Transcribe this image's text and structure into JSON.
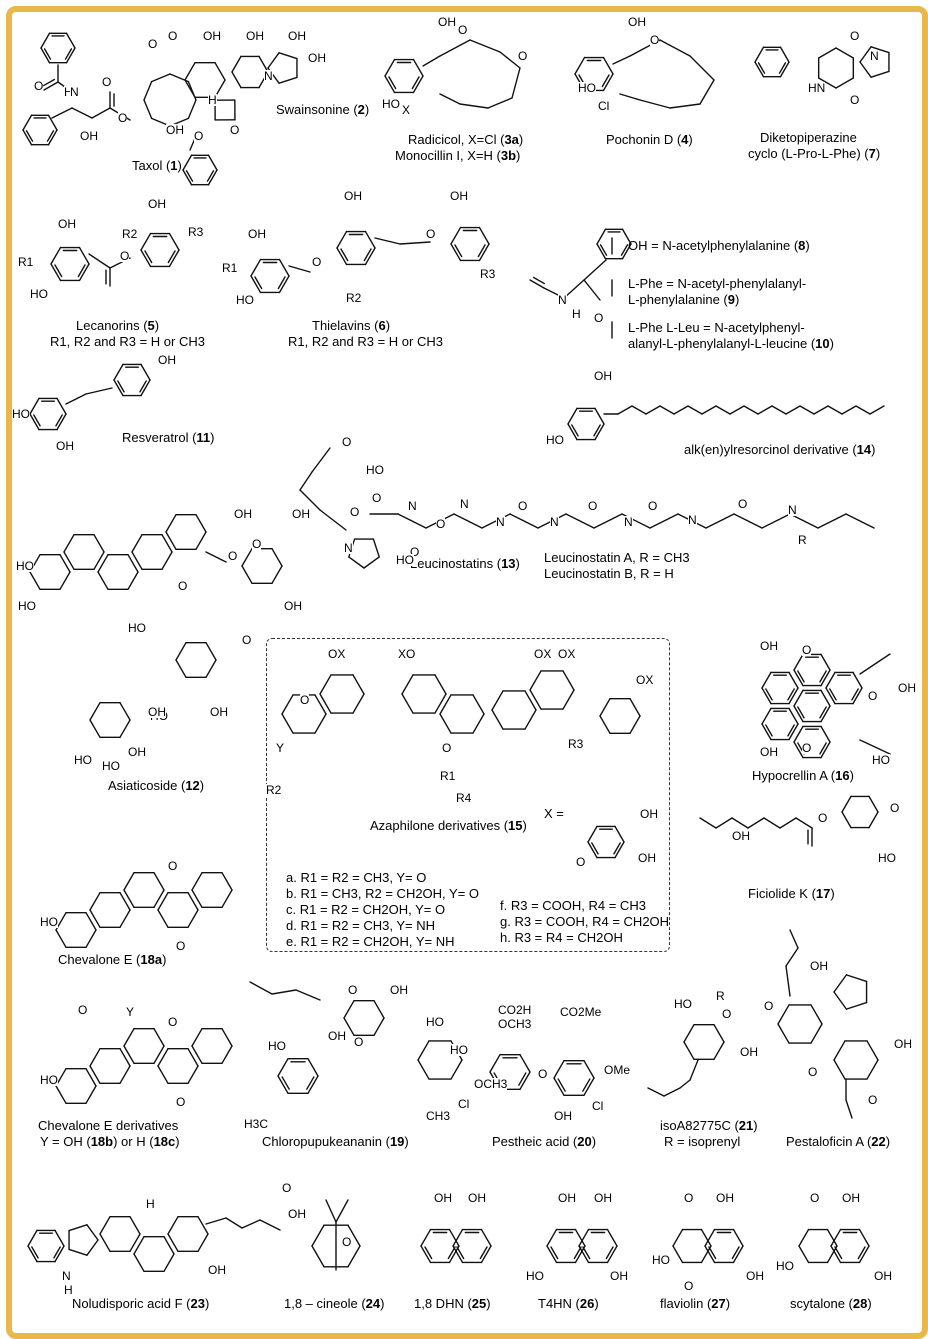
{
  "border_color": "#e8b84a",
  "compounds": [
    {
      "id": "taxol",
      "name": "Taxol (",
      "num": "1",
      "end": ")"
    },
    {
      "id": "swainsonine",
      "name": "Swainsonine (",
      "num": "2",
      "end": ")"
    },
    {
      "id": "radicicol",
      "name": "Radicicol, X=Cl (",
      "num": "3a",
      "end": ")"
    },
    {
      "id": "monocillin",
      "name": "Monocillin I, X=H (",
      "num": "3b",
      "end": ")"
    },
    {
      "id": "pochonin",
      "name": "Pochonin D (",
      "num": "4",
      "end": ")"
    },
    {
      "id": "dkp1",
      "name": "Diketopiperazine",
      "num": "",
      "end": ""
    },
    {
      "id": "dkp2",
      "name": "cyclo (L-Pro-L-Phe) (",
      "num": "7",
      "end": ")"
    },
    {
      "id": "lecanorins",
      "name": "Lecanorins (",
      "num": "5",
      "end": ")"
    },
    {
      "id": "thielavins",
      "name": "Thielavins (",
      "num": "6",
      "end": ")"
    },
    {
      "id": "resveratrol",
      "name": "Resveratrol (",
      "num": "11",
      "end": ")"
    },
    {
      "id": "alkresorcinol",
      "name": "alk(en)ylresorcinol derivative (",
      "num": "14",
      "end": ")"
    },
    {
      "id": "leucinostatins",
      "name": "Leucinostatins (",
      "num": "13",
      "end": ")"
    },
    {
      "id": "asiaticoside",
      "name": "Asiaticoside (",
      "num": "12",
      "end": ")"
    },
    {
      "id": "hypocrellin",
      "name": "Hypocrellin A (",
      "num": "16",
      "end": ")"
    },
    {
      "id": "azaphilone",
      "name": "Azaphilone derivatives (",
      "num": "15",
      "end": ")"
    },
    {
      "id": "ficiolide",
      "name": "Ficiolide K (",
      "num": "17",
      "end": ")"
    },
    {
      "id": "chevalone",
      "name": "Chevalone E (",
      "num": "18a",
      "end": ")"
    },
    {
      "id": "chevalonederiv",
      "name": "Chevalone E derivatives",
      "num": "",
      "end": ""
    },
    {
      "id": "chloropupukeananin",
      "name": "Chloropupukeananin (",
      "num": "19",
      "end": ")"
    },
    {
      "id": "pestheic",
      "name": "Pestheic acid (",
      "num": "20",
      "end": ")"
    },
    {
      "id": "isoa",
      "name": "isoA82775C (",
      "num": "21",
      "end": ")"
    },
    {
      "id": "pestalofficin",
      "name": "Pestaloficin A (",
      "num": "22",
      "end": ")"
    },
    {
      "id": "noludisporic",
      "name": "Noludisporic acid F (",
      "num": "23",
      "end": ")"
    },
    {
      "id": "cineole",
      "name": "1,8 – cineole (",
      "num": "24",
      "end": ")"
    },
    {
      "id": "dhn",
      "name": "1,8 DHN (",
      "num": "25",
      "end": ")"
    },
    {
      "id": "t4hn",
      "name": "T4HN (",
      "num": "26",
      "end": ")"
    },
    {
      "id": "flaviolin",
      "name": "flaviolin (",
      "num": "27",
      "end": ")"
    },
    {
      "id": "scytalone",
      "name": "scytalone (",
      "num": "28",
      "end": ")"
    }
  ],
  "notes": {
    "lec_r": "R1, R2 and R3 = H or CH3",
    "thi_r": "R1, R2 and R3 = H or CH3",
    "peptide8": {
      "text": "OH = N-acetylphenylalanine (",
      "num": "8",
      "end": ")"
    },
    "peptide9a": "L-Phe = N-acetyl-phenylalanyl-",
    "peptide9b": {
      "text": "L-phenylalanine (",
      "num": "9",
      "end": ")"
    },
    "peptide10a": "L-Phe L-Leu = N-acetylphenyl-",
    "peptide10b": {
      "text": "alanyl-L-phenylalanyl-L-leucine (",
      "num": "10",
      "end": ")"
    },
    "leuA": "Leucinostatin A, R = CH3",
    "leuB": "Leucinostatin B, R = H",
    "chev_y": {
      "text": "Y = OH (",
      "num1": "18b",
      "mid": ") or H (",
      "num2": "18c",
      "end": ")"
    },
    "isoa_r": "R = isoprenyl",
    "aza_x": "X =",
    "aza_list": [
      "a. R1 = R2 = CH3, Y= O",
      "b. R1 = CH3, R2 = CH2OH, Y= O",
      "c. R1 = R2 = CH2OH, Y= O",
      "d. R1 = R2 = CH3, Y= NH",
      "e. R1 = R2 = CH2OH, Y= NH",
      "f. R3 = COOH, R4 = CH3",
      "g. R3 = COOH, R4 = CH2OH",
      "h. R3 = R4 = CH2OH"
    ]
  },
  "atoms": {
    "OH": "OH",
    "O": "O",
    "N": "N",
    "NH": "NH",
    "HN": "HN",
    "H": "H",
    "HO": "HO",
    "X": "X",
    "Y": "Y",
    "Cl": "Cl",
    "R": "R",
    "R1": "R1",
    "R2": "R2",
    "R3": "R3",
    "R4": "R4",
    "OX": "OX",
    "XO": "XO",
    "CO2H": "CO2H",
    "CO2Me": "CO2Me",
    "OMe": "OMe",
    "OCH3": "OCH3",
    "CH3": "CH3",
    "H3C": "H3C"
  }
}
